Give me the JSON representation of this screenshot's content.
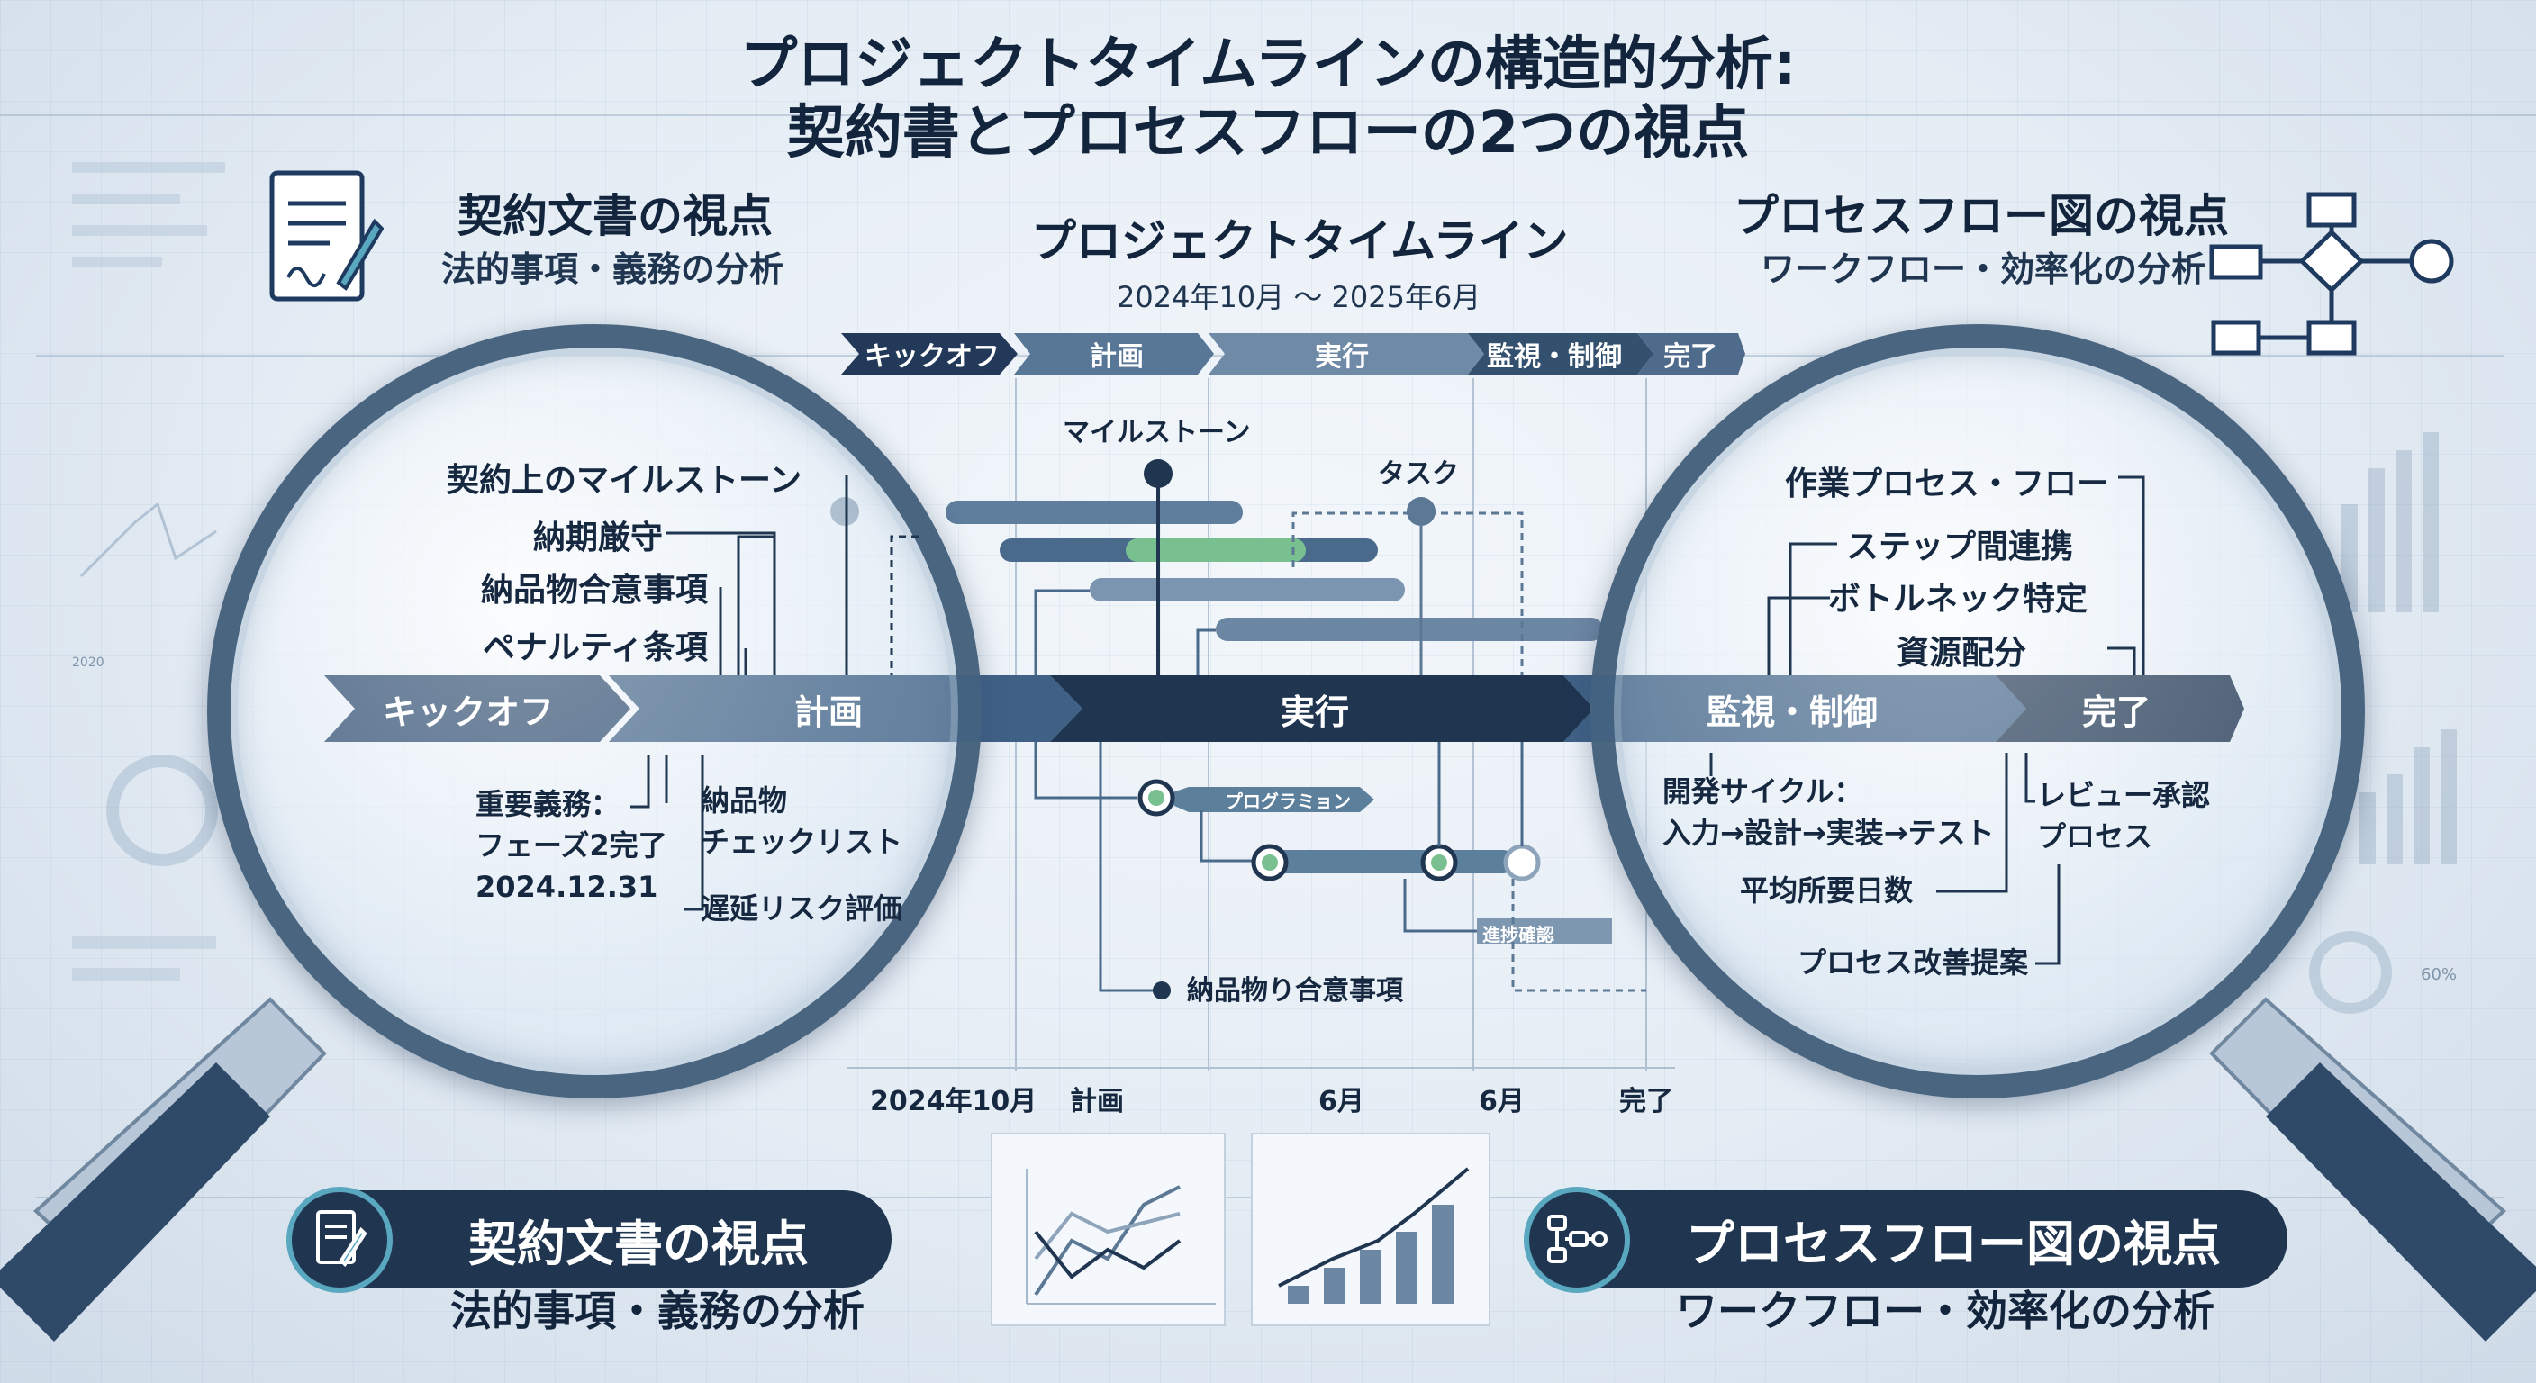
{
  "title": {
    "line1": "プロジェクトタイムラインの構造的分析:",
    "line2": "契約書とプロセスフローの2つの視点"
  },
  "left_header": {
    "title": "契約文書の視点",
    "subtitle": "法的事項・義務の分析"
  },
  "right_header": {
    "title": "プロセスフロー図の視点",
    "subtitle": "ワークフロー・効率化の分析"
  },
  "center_header": {
    "title": "プロジェクトタイムライン",
    "period": "2024年10月 ～ 2025年6月"
  },
  "phases_top": [
    "キックオフ",
    "計画",
    "実行",
    "監視・制御",
    "完了"
  ],
  "phases_main": [
    "キックオフ",
    "計画",
    "実行",
    "監視・制御",
    "完了"
  ],
  "left_lens": {
    "heading": "契約上のマイルストーン",
    "items": [
      "納期厳守",
      "納品物合意事項",
      "ペナルティ条項"
    ],
    "obligation": {
      "line1": "重要義務：",
      "line2": "フェーズ2完了",
      "line3": "2024.12.31"
    },
    "checklist": {
      "line1": "納品物",
      "line2": "チェックリスト"
    },
    "risk": "遅延リスク評価"
  },
  "center": {
    "milestone": "マイルストーン",
    "task": "タスク",
    "progress_tag": "プログラミョン",
    "small_tag": "進捗確認",
    "deliverable": "納品物り合意事項"
  },
  "right_lens": {
    "heading": "作業プロセス・フロー",
    "items": [
      "ステップ間連携",
      "ボトルネック特定",
      "資源配分"
    ],
    "cycle": {
      "line1": "開発サイクル：",
      "line2": "入力→設計→実装→テスト"
    },
    "review": {
      "line1": "レビュー承認",
      "line2": "プロセス"
    },
    "avg_days": "平均所要日数",
    "improve": "プロセス改善提案"
  },
  "bottom_axis": [
    "2024年10月",
    "計画",
    "6月",
    "6月",
    "完了"
  ],
  "bottom_left": {
    "title": "契約文書の視点",
    "subtitle": "法的事項・義務の分析"
  },
  "bottom_right": {
    "title": "プロセスフロー図の視点",
    "subtitle": "ワークフロー・効率化の分析"
  },
  "side_decor": {
    "year": "2020",
    "percent": "60%"
  },
  "colors": {
    "navy": "#1f3550",
    "steel": "#5b7895",
    "green": "#6dbb8a",
    "accent": "#5aa7c0"
  },
  "icons": [
    "document-pen-icon",
    "flowchart-icon",
    "magnifier-icon"
  ]
}
